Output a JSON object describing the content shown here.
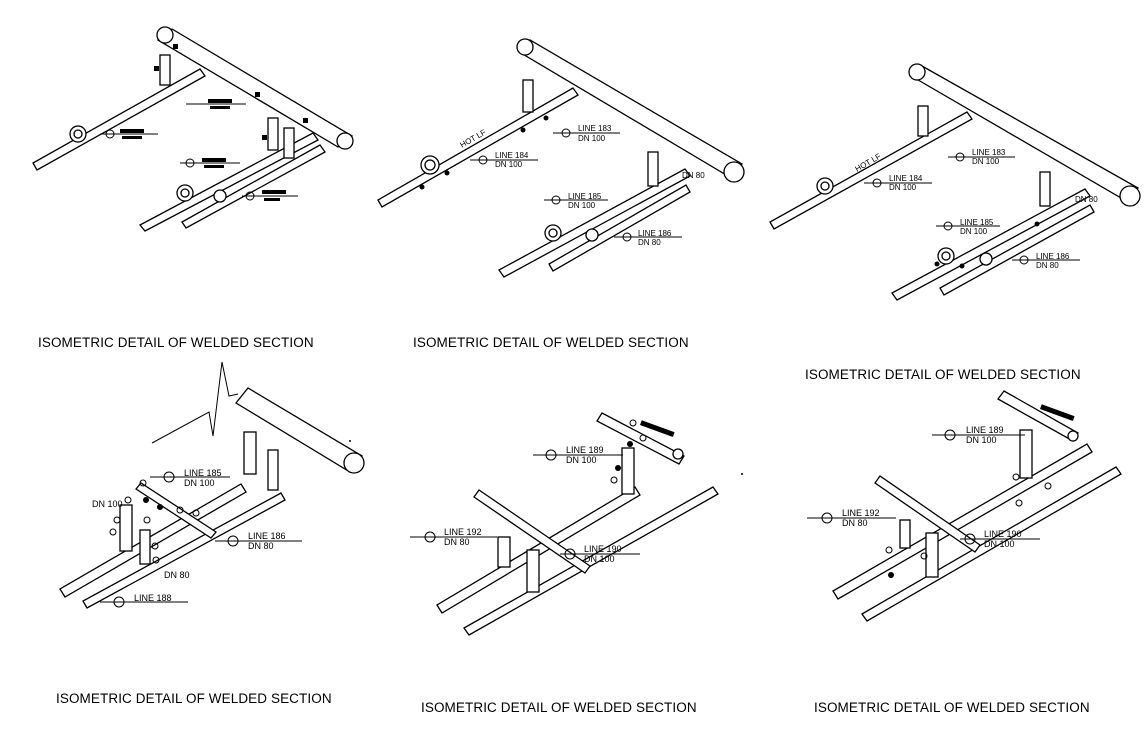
{
  "captions": {
    "p1": "ISOMETRIC DETAIL OF WELDED SECTION",
    "p2": "ISOMETRIC DETAIL OF WELDED SECTION",
    "p3": "ISOMETRIC DETAIL OF WELDED SECTION",
    "p4": "ISOMETRIC DETAIL OF WELDED SECTION",
    "p5": "ISOMETRIC DETAIL OF WELDED SECTION",
    "p6": "ISOMETRIC DETAIL OF WELDED SECTION"
  },
  "labels": {
    "p2": {
      "hotline": "HOT LF",
      "l183": "LINE 183",
      "l183dn": "DN 100",
      "l184": "LINE 184",
      "l184dn": "DN 100",
      "l185": "LINE 185",
      "l185dn": "DN 100",
      "l186": "LINE 186",
      "l186dn": "DN 80",
      "dn80": "DN 80"
    },
    "p3": {
      "hotline": "HOT LF",
      "l183": "LINE 183",
      "l183dn": "DN 100",
      "l184": "LINE 184",
      "l184dn": "DN 100",
      "l185": "LINE 185",
      "l185dn": "DN 100",
      "l186": "LINE 186",
      "l186dn": "DN 80",
      "dn80": "DN 80"
    },
    "p4": {
      "l185": "LINE 185",
      "l185dn": "DN 100",
      "l186": "LINE 186",
      "l186dn": "DN 80",
      "dn100": "DN 100",
      "dn80": "DN 80",
      "l188": "LINE 188"
    },
    "p5": {
      "l189": "LINE 189",
      "l189dn": "DN 100",
      "l192": "LINE 192",
      "l192dn": "DN 80",
      "l190": "LINE 190",
      "l190dn": "DN 100"
    },
    "p6": {
      "l189": "LINE 189",
      "l189dn": "DN 100",
      "l192": "LINE 192",
      "l192dn": "DN 80",
      "l190": "LINE 190",
      "l190dn": "DN 100"
    }
  }
}
